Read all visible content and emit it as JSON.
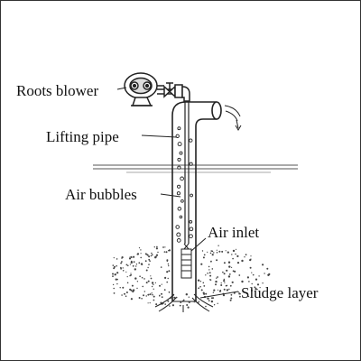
{
  "labels": {
    "roots_blower": "Roots blower",
    "lifting_pipe": "Lifting pipe",
    "air_bubbles": "Air bubbles",
    "air_inlet": "Air inlet",
    "sludge_layer": "Sludge layer"
  },
  "colors": {
    "line": "#222222",
    "water": "#555555",
    "sludge": "#444444"
  }
}
